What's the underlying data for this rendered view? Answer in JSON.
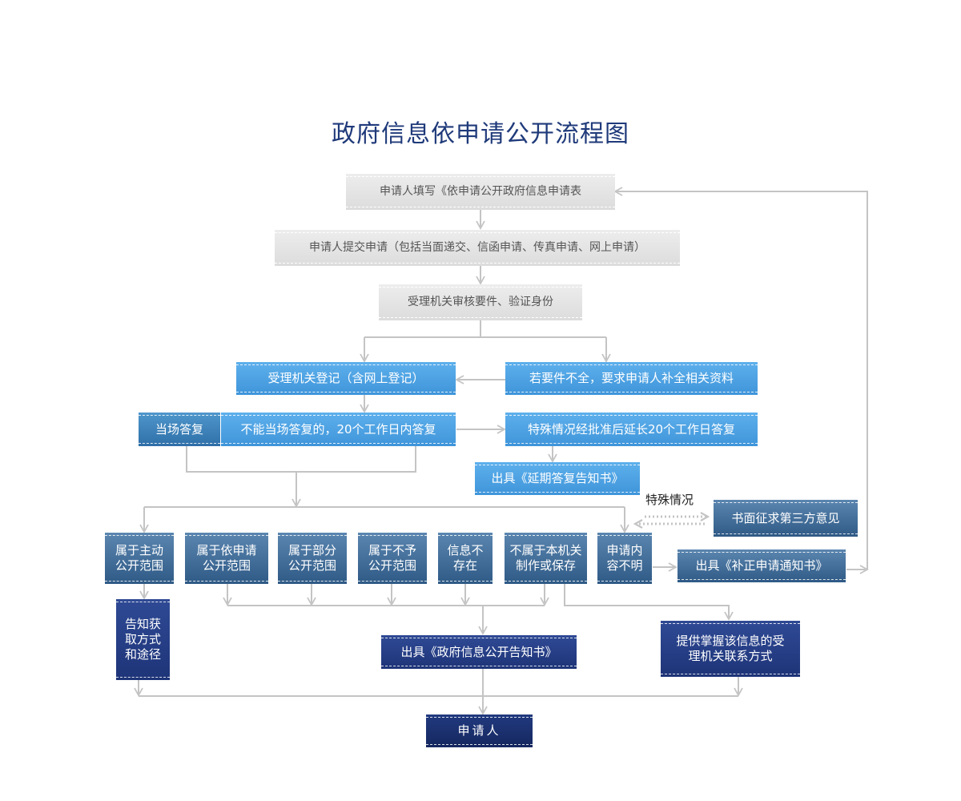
{
  "title": "政府信息依申请公开流程图",
  "steps": {
    "fill_form": "申请人填写《依申请公开政府信息申请表",
    "submit": "申请人提交申请（包括当面递交、信函申请、传真申请、网上申请）",
    "review": "受理机关审核要件、验证身份",
    "register": "受理机关登记（含网上登记）",
    "incomplete": "若要件不全，要求申请人补全相关资料",
    "on_site": "当场答复",
    "within_20": "不能当场答复的，20个工作日内答复",
    "extend": "特殊情况经批准后延长20个工作日答复",
    "delay_notice": "出具《延期答复告知书》",
    "special_label": "特殊情况",
    "third_party": "书面征求第三方意见",
    "correction_notice": "出具《补正申请通知书》",
    "gov_notice": "出具《政府信息公开告知书》",
    "provide_contact": "提供掌握该信息的受理机关联系方式",
    "applicant": "申请人"
  },
  "categories": {
    "active": "属于主动公开范围",
    "by_request": "属于依申请公开范围",
    "partial": "属于部分公开范围",
    "not_disclosed": "属于不予公开范围",
    "not_exist": "信息不存在",
    "not_this_agency": "不属于本机关制作或保存",
    "unclear": "申请内容不明",
    "inform_method": "告知获取方式和途径"
  },
  "colors": {
    "title": "#1f3a7a",
    "line": "#c4c4c4",
    "gray_box": "#e3e3e3",
    "light_blue": "#4aa3e4",
    "steel_blue": "#3f6f9e",
    "navy": "#253d85"
  }
}
